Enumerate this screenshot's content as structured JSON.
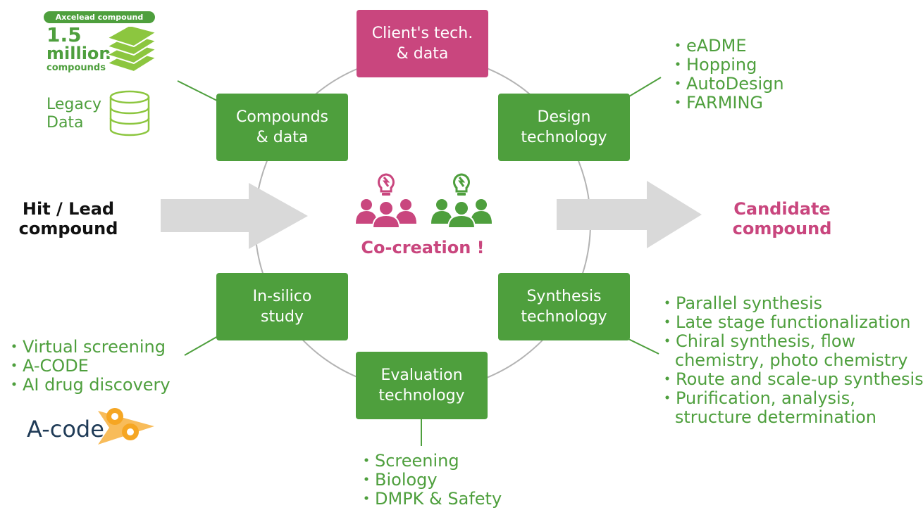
{
  "colors": {
    "green": "#4e9f3d",
    "pink": "#c9467e",
    "arrow": "#d9d9d9",
    "circle": "#b3b3b3"
  },
  "library": {
    "badge": "Axcelead compound library",
    "count": "1.5",
    "unit": "million",
    "sub": "compounds",
    "icon": "book-stack-icon"
  },
  "legacy": {
    "label": "Legacy\nData",
    "icon": "database-icon"
  },
  "left_label": "Hit / Lead\ncompound",
  "right_label": "Candidate\ncompound",
  "center": {
    "text": "Co-creation !",
    "icons": [
      "team-idea-icon",
      "team-idea-icon"
    ]
  },
  "boxes": {
    "client": "Client's tech.\n& data",
    "compounds": "Compounds\n& data",
    "design": "Design\ntechnology",
    "insilico": "In-silico\nstudy",
    "synthesis": "Synthesis\ntechnology",
    "evaluation": "Evaluation\ntechnology"
  },
  "design_list": [
    "eADME",
    "Hopping",
    "AutoDesign",
    "FARMING"
  ],
  "insilico_list": [
    "Virtual screening",
    "A-CODE",
    "AI drug discovery"
  ],
  "synthesis_list": [
    {
      "text": "Parallel synthesis",
      "cont": false
    },
    {
      "text": "Late stage functionalization",
      "cont": false
    },
    {
      "text": "Chiral synthesis, flow",
      "cont": false
    },
    {
      "text": "chemistry, photo chemistry",
      "cont": true
    },
    {
      "text": "Route and scale-up synthesis",
      "cont": false
    },
    {
      "text": "Purification, analysis,",
      "cont": false
    },
    {
      "text": "structure determination",
      "cont": true
    }
  ],
  "evaluation_list": [
    "Screening",
    "Biology",
    "DMPK & Safety"
  ],
  "acode_logo": {
    "text": "A-code",
    "icon": "gear-arrow-icon"
  }
}
